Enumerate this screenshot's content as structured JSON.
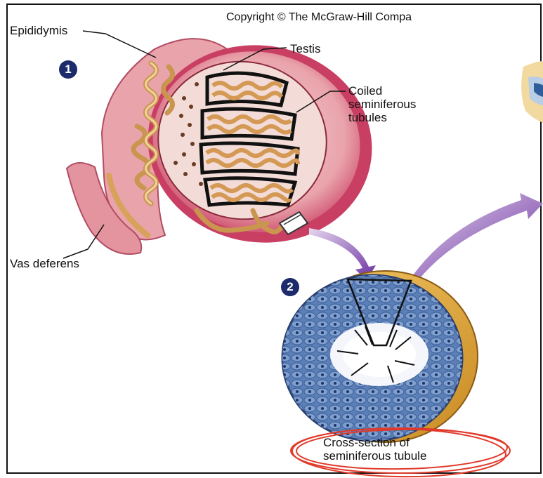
{
  "copyright": "Copyright © The McGraw-Hill Compa",
  "labels": {
    "epididymis": "Epididymis",
    "testis": "Testis",
    "coiled_line1": "Coiled",
    "coiled_line2": "seminiferous",
    "coiled_line3": "tubules",
    "vas_deferens": "Vas deferens"
  },
  "steps": {
    "step1": "1",
    "step2": "2"
  },
  "caption": {
    "line1": "Cross-section of",
    "line2": "seminiferous tubule"
  },
  "colors": {
    "frame": "#111111",
    "epididymis": "#e9a3ab",
    "testis_outer": "#c93f63",
    "tubule": "#e8c28a",
    "cell_blue": "#6f93c8",
    "cross_rim": "#e9b04a",
    "arrow": "#7b3fa8",
    "annotation": "#e03a2a",
    "step_badge": "#1b2b6b"
  }
}
